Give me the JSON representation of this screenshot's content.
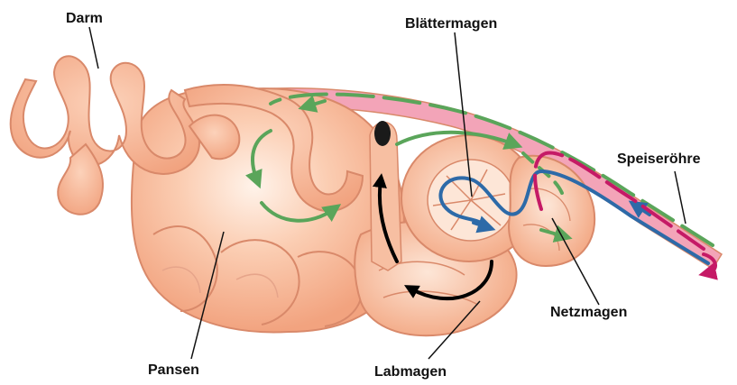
{
  "labels": {
    "darm": "Darm",
    "blaettermagen": "Blättermagen",
    "speiseroehre": "Speiseröhre",
    "netzmagen": "Netzmagen",
    "pansen": "Pansen",
    "labmagen": "Labmagen"
  },
  "colors": {
    "tissue": "#f6b08e",
    "tissue_dark": "#d9896a",
    "tissue_light": "#fde3d3",
    "flow_green": "#5aa55a",
    "flow_blue": "#2d6aa8",
    "flow_magenta": "#c51a66",
    "flow_black": "#000000"
  }
}
